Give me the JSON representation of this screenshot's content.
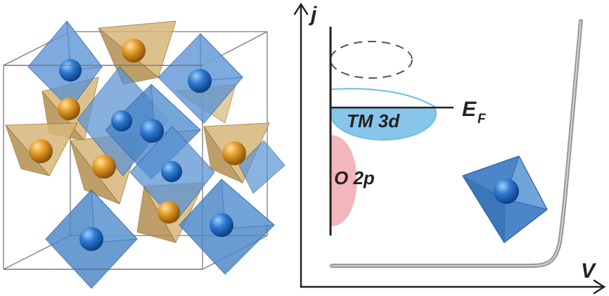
{
  "axes": {
    "y_label": "j",
    "x_label": "V"
  },
  "bands": {
    "tm_label": "TM 3d",
    "o_label": "O 2p",
    "fermi_main": "E",
    "fermi_sub": "F"
  },
  "colors": {
    "octahedron": "#4a86c8",
    "tetrahedron": "#c9a25d",
    "atom_blue": "#1f64b8",
    "atom_orange": "#d6901e",
    "tm_band": "#87c6ea",
    "o_band": "#f2aeb4",
    "curve": "#9a9a9a"
  }
}
